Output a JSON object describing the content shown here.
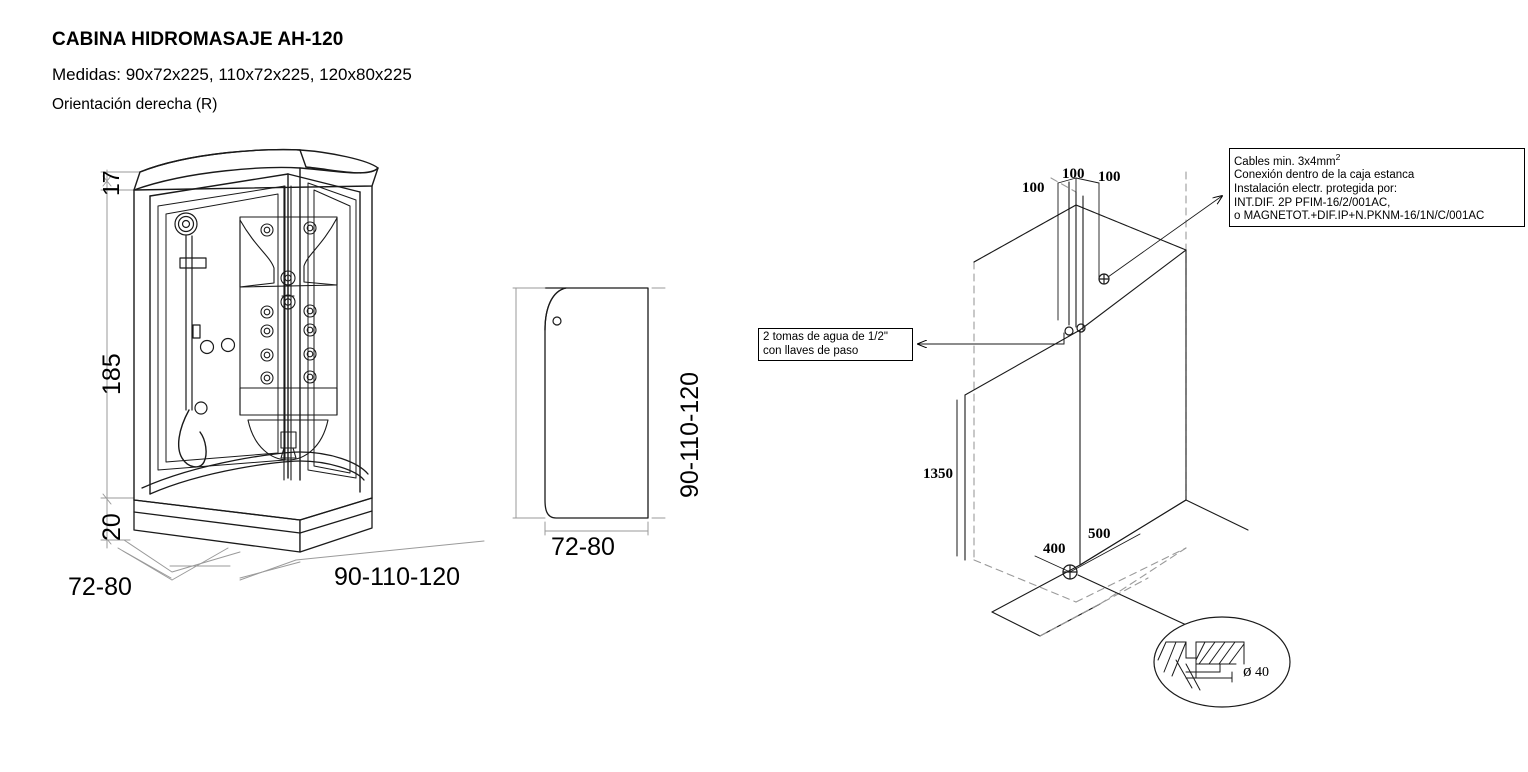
{
  "header": {
    "title": "CABINA HIDROMASAJE AH-120",
    "measures": "Medidas: 90x72x225, 110x72x225, 120x80x225",
    "orientation": "Orientación derecha (R)"
  },
  "elevation_view": {
    "dim_top_cap": "17",
    "dim_body_height": "185",
    "dim_base_height": "20",
    "dim_depth": "72-80",
    "dim_width": "90-110-120"
  },
  "plan_view": {
    "dim_width": "72-80",
    "dim_depth": "90-110-120"
  },
  "installation_view": {
    "dim_top_left": "100",
    "dim_top_center": "100",
    "dim_top_right": "100",
    "dim_wall_height": "1350",
    "dim_drain_offset_a": "400",
    "dim_drain_offset_b": "500",
    "electrical_note": [
      "Cables min. 3x4mm",
      "Conexión dentro de la caja estanca",
      "Instalación electr. protegida por:",
      "INT.DIF. 2P PFIM-16/2/001AC,",
      "o MAGNETOT.+DIF.IP+N.PKNM-16/1N/C/001AC"
    ],
    "electrical_note_superscript": "2",
    "water_note": [
      "2 tomas de agua de 1/2\"",
      "con llaves de paso"
    ],
    "detail_diameter": "40",
    "detail_diameter_symbol": "ø"
  },
  "colors": {
    "line": "#1a1a1a",
    "dimension_line": "#8c8c8c",
    "hidden_line": "#9a9a9a",
    "background": "#ffffff"
  }
}
